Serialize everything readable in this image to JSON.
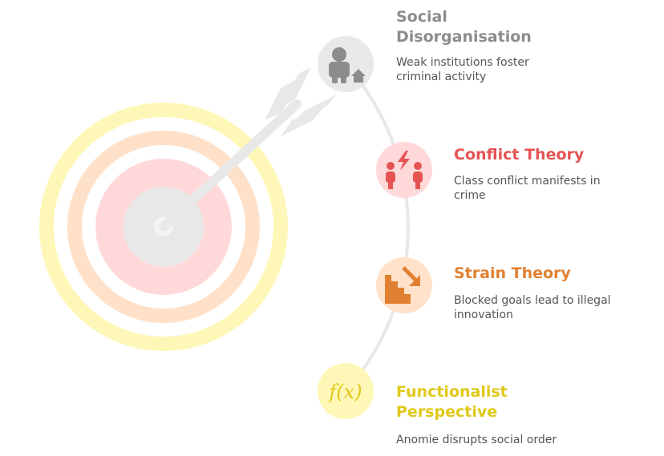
{
  "items": [
    {
      "title": "Social Disorganisation",
      "description": "Weak institutions foster criminal activity",
      "icon": "person-with-house-icon",
      "color": "#8c8c8c",
      "bg": "#e9e9e9"
    },
    {
      "title": "Conflict Theory",
      "description": "Class conflict manifests in crime",
      "icon": "two-people-conflict-icon",
      "color": "#e55353",
      "bg": "#ffd9d9"
    },
    {
      "title": "Strain Theory",
      "description": "Blocked goals lead to illegal innovation",
      "icon": "stairs-down-arrow-icon",
      "color": "#e08030",
      "bg": "#ffe2c9"
    },
    {
      "title": "Functionalist Perspective",
      "description": "Anomie disrupts social order",
      "icon": "function-icon",
      "color": "#e0c818",
      "bg": "#fff7b8",
      "icon_text": "f(x)"
    }
  ],
  "target": {
    "ring_colors": [
      "#fff7b8",
      "#ffe1c9",
      "#ffd9d9",
      "#e8e8e8"
    ]
  }
}
